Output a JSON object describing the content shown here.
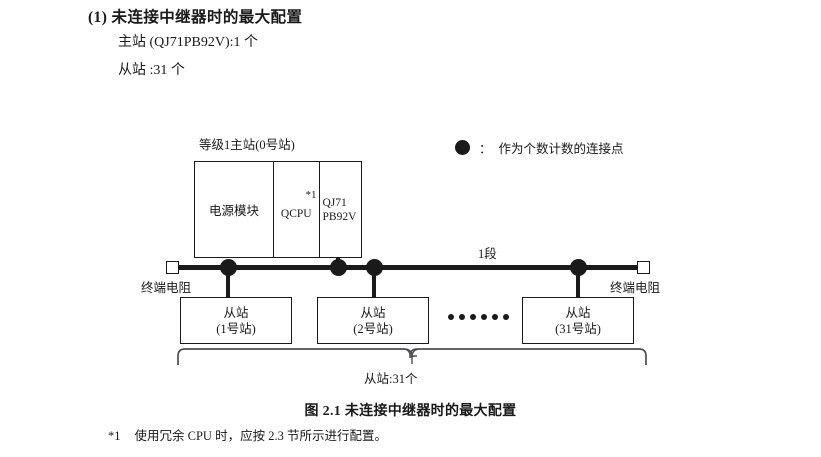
{
  "heading": {
    "number": "(1)",
    "title": "未连接中继器时的最大配置",
    "full": "(1) 未连接中继器时的最大配置",
    "sub_lines": [
      "主站 (QJ71PB92V):1 个",
      "从站 :31 个"
    ]
  },
  "diagram": {
    "master_label": "等级1主站(0号站)",
    "master_modules": [
      {
        "label": "电源模块",
        "note": ""
      },
      {
        "label": "QCPU",
        "note": "*1"
      },
      {
        "label_line1": "QJ71",
        "label_line2": "PB92V",
        "note": ""
      }
    ],
    "segment_label": "1段",
    "terminator_left_label": "终端电阻",
    "terminator_right_label": "终端电阻",
    "slaves": [
      {
        "line1": "从站",
        "line2": "(1号站)"
      },
      {
        "line1": "从站",
        "line2": "(2号站)"
      },
      {
        "line1": "从站",
        "line2": "(31号站)"
      }
    ],
    "ellipsis_dot_count": 6,
    "brace_label": "从站:31个",
    "bus_dot_count": 4
  },
  "legend": {
    "symbol": "filled-circle",
    "colon": "：",
    "text": "作为个数计数的连接点"
  },
  "caption": "图 2.1  未连接中继器时的最大配置",
  "footnote": {
    "mark": "*1",
    "text": "使用冗余 CPU 时，应按 2.3 节所示进行配置。"
  },
  "colors": {
    "ink": "#1a1a1a",
    "page": "#ffffff"
  }
}
